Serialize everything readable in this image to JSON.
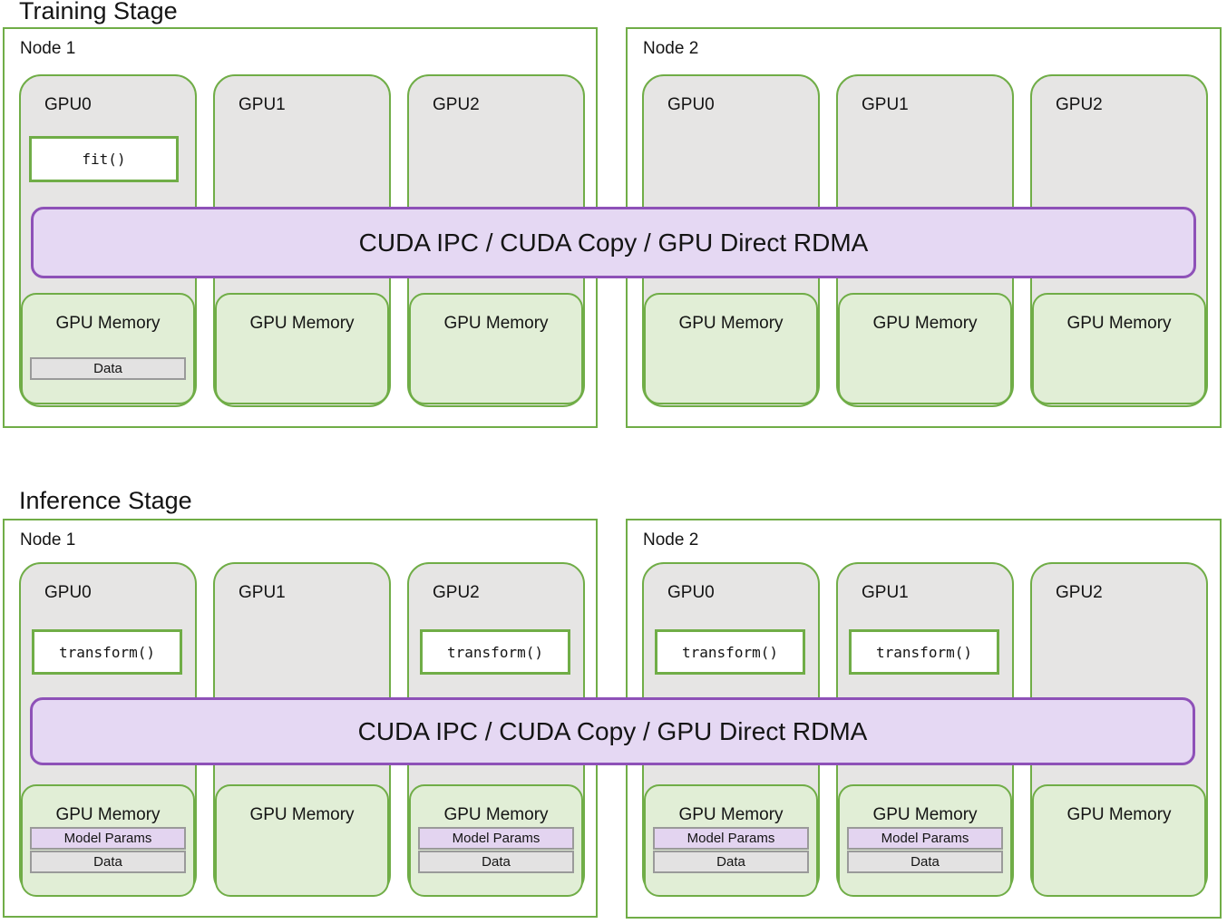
{
  "colors": {
    "green_border": "#70AD47",
    "gpu_column_fill": "#E6E5E4",
    "gpu_memory_fill": "#E1EED6",
    "banner_fill": "#E5D8F3",
    "banner_border": "#8E51B8",
    "model_params_fill": "#E3D4F0",
    "data_fill": "#E3E2E2",
    "item_border": "#9A9A9A",
    "background": "#FFFFFF",
    "text": "#141414"
  },
  "stages": [
    {
      "title": "Training Stage",
      "banner": "CUDA IPC / CUDA Copy / GPU Direct RDMA",
      "nodes": [
        {
          "label": "Node 1",
          "gpus": [
            {
              "label": "GPU0",
              "fn": "fit()",
              "memory": {
                "label": "GPU Memory",
                "items": [
                  {
                    "label": "Data",
                    "kind": "data"
                  }
                ]
              }
            },
            {
              "label": "GPU1",
              "memory": {
                "label": "GPU Memory",
                "items": []
              }
            },
            {
              "label": "GPU2",
              "memory": {
                "label": "GPU Memory",
                "items": []
              }
            }
          ]
        },
        {
          "label": "Node 2",
          "gpus": [
            {
              "label": "GPU0",
              "memory": {
                "label": "GPU Memory",
                "items": []
              }
            },
            {
              "label": "GPU1",
              "memory": {
                "label": "GPU Memory",
                "items": []
              }
            },
            {
              "label": "GPU2",
              "memory": {
                "label": "GPU Memory",
                "items": []
              }
            }
          ]
        }
      ]
    },
    {
      "title": "Inference Stage",
      "banner": "CUDA IPC / CUDA Copy / GPU Direct RDMA",
      "nodes": [
        {
          "label": "Node 1",
          "gpus": [
            {
              "label": "GPU0",
              "fn": "transform()",
              "memory": {
                "label": "GPU Memory",
                "items": [
                  {
                    "label": "Model Params",
                    "kind": "params"
                  },
                  {
                    "label": "Data",
                    "kind": "data"
                  }
                ]
              }
            },
            {
              "label": "GPU1",
              "memory": {
                "label": "GPU Memory",
                "items": []
              }
            },
            {
              "label": "GPU2",
              "fn": "transform()",
              "memory": {
                "label": "GPU Memory",
                "items": [
                  {
                    "label": "Model Params",
                    "kind": "params"
                  },
                  {
                    "label": "Data",
                    "kind": "data"
                  }
                ]
              }
            }
          ]
        },
        {
          "label": "Node 2",
          "gpus": [
            {
              "label": "GPU0",
              "fn": "transform()",
              "memory": {
                "label": "GPU Memory",
                "items": [
                  {
                    "label": "Model Params",
                    "kind": "params"
                  },
                  {
                    "label": "Data",
                    "kind": "data"
                  }
                ]
              }
            },
            {
              "label": "GPU1",
              "fn": "transform()",
              "memory": {
                "label": "GPU Memory",
                "items": [
                  {
                    "label": "Model Params",
                    "kind": "params"
                  },
                  {
                    "label": "Data",
                    "kind": "data"
                  }
                ]
              }
            },
            {
              "label": "GPU2",
              "memory": {
                "label": "GPU Memory",
                "items": []
              }
            }
          ]
        }
      ]
    }
  ]
}
